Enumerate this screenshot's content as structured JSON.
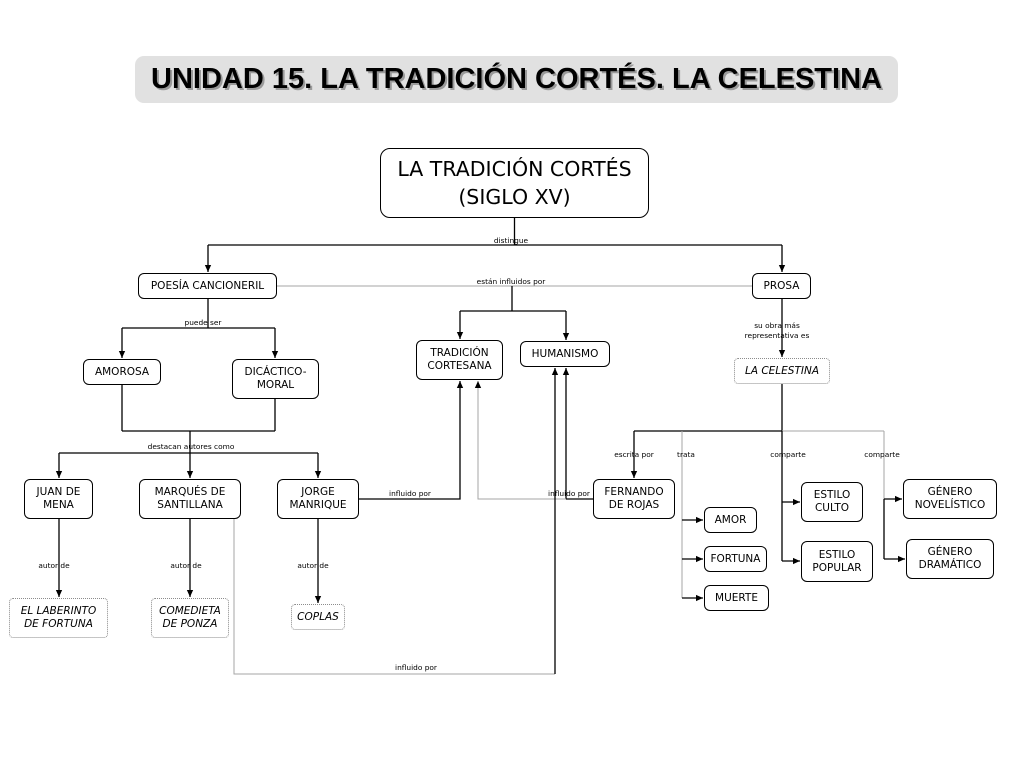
{
  "title": "UNIDAD 15. LA TRADICIÓN CORTÉS. LA CELESTINA",
  "colors": {
    "title_background": "#e1e1e1",
    "primary_line": "#000000",
    "secondary_line": "#a6a6a6",
    "work_border": "#8c8c8c",
    "title_shadow": "#9a9a9a"
  },
  "concepts": {
    "root": [
      "LA TRADICIÓN CORTÉS",
      "(SIGLO XV)"
    ],
    "poesia_cancioneril": [
      "POESÍA CANCIONERIL"
    ],
    "prosa": [
      "PROSA"
    ],
    "tradicion_cortesana": [
      "TRADICIÓN",
      "CORTESANA"
    ],
    "humanismo": [
      "HUMANISMO"
    ],
    "amorosa": [
      "AMOROSA"
    ],
    "didactico_moral": [
      "DICÁCTICO-",
      "MORAL"
    ],
    "juan_de_mena": [
      "JUAN DE",
      "MENA"
    ],
    "marques_de_santillana": [
      "MARQUÉS DE",
      "SANTILLANA"
    ],
    "jorge_manrique": [
      "JORGE",
      "MANRIQUE"
    ],
    "fernando_de_rojas": [
      "FERNANDO",
      "DE ROJAS"
    ],
    "amor": [
      "AMOR"
    ],
    "fortuna": [
      "FORTUNA"
    ],
    "muerte": [
      "MUERTE"
    ],
    "estilo_culto": [
      "ESTILO",
      "CULTO"
    ],
    "estilo_popular": [
      "ESTILO",
      "POPULAR"
    ],
    "genero_novelistico": [
      "GÉNERO",
      "NOVELÍSTICO"
    ],
    "genero_dramatico": [
      "GÉNERO",
      "DRAMÁTICO"
    ]
  },
  "works": {
    "el_laberinto_de_fortuna": [
      "EL LABERINTO",
      "DE FORTUNA"
    ],
    "comedieta_de_ponza": [
      "COMEDIETA",
      "DE PONZA"
    ],
    "coplas": [
      "COPLAS"
    ],
    "la_celestina": [
      "LA CELESTINA"
    ]
  },
  "link_labels": {
    "distingue": "distingue",
    "estan_influidos_por": "están influidos por",
    "puede_ser": "puede ser",
    "destacan_autores_como": "destacan autores como",
    "autor_de_mena": "autor de",
    "autor_de_santillana": "autor de",
    "autor_de_manrique": "autor de",
    "influido_por_manrique": "influido por",
    "influido_por_rojas": "influido por",
    "influido_por_santillana": "influido por",
    "su_obra_mas_representativa_es": [
      "su obra más",
      "representativa es"
    ],
    "escrita_por": "escrita por",
    "trata": "trata",
    "comparte_estilo": "comparte",
    "comparte_genero": "comparte"
  }
}
